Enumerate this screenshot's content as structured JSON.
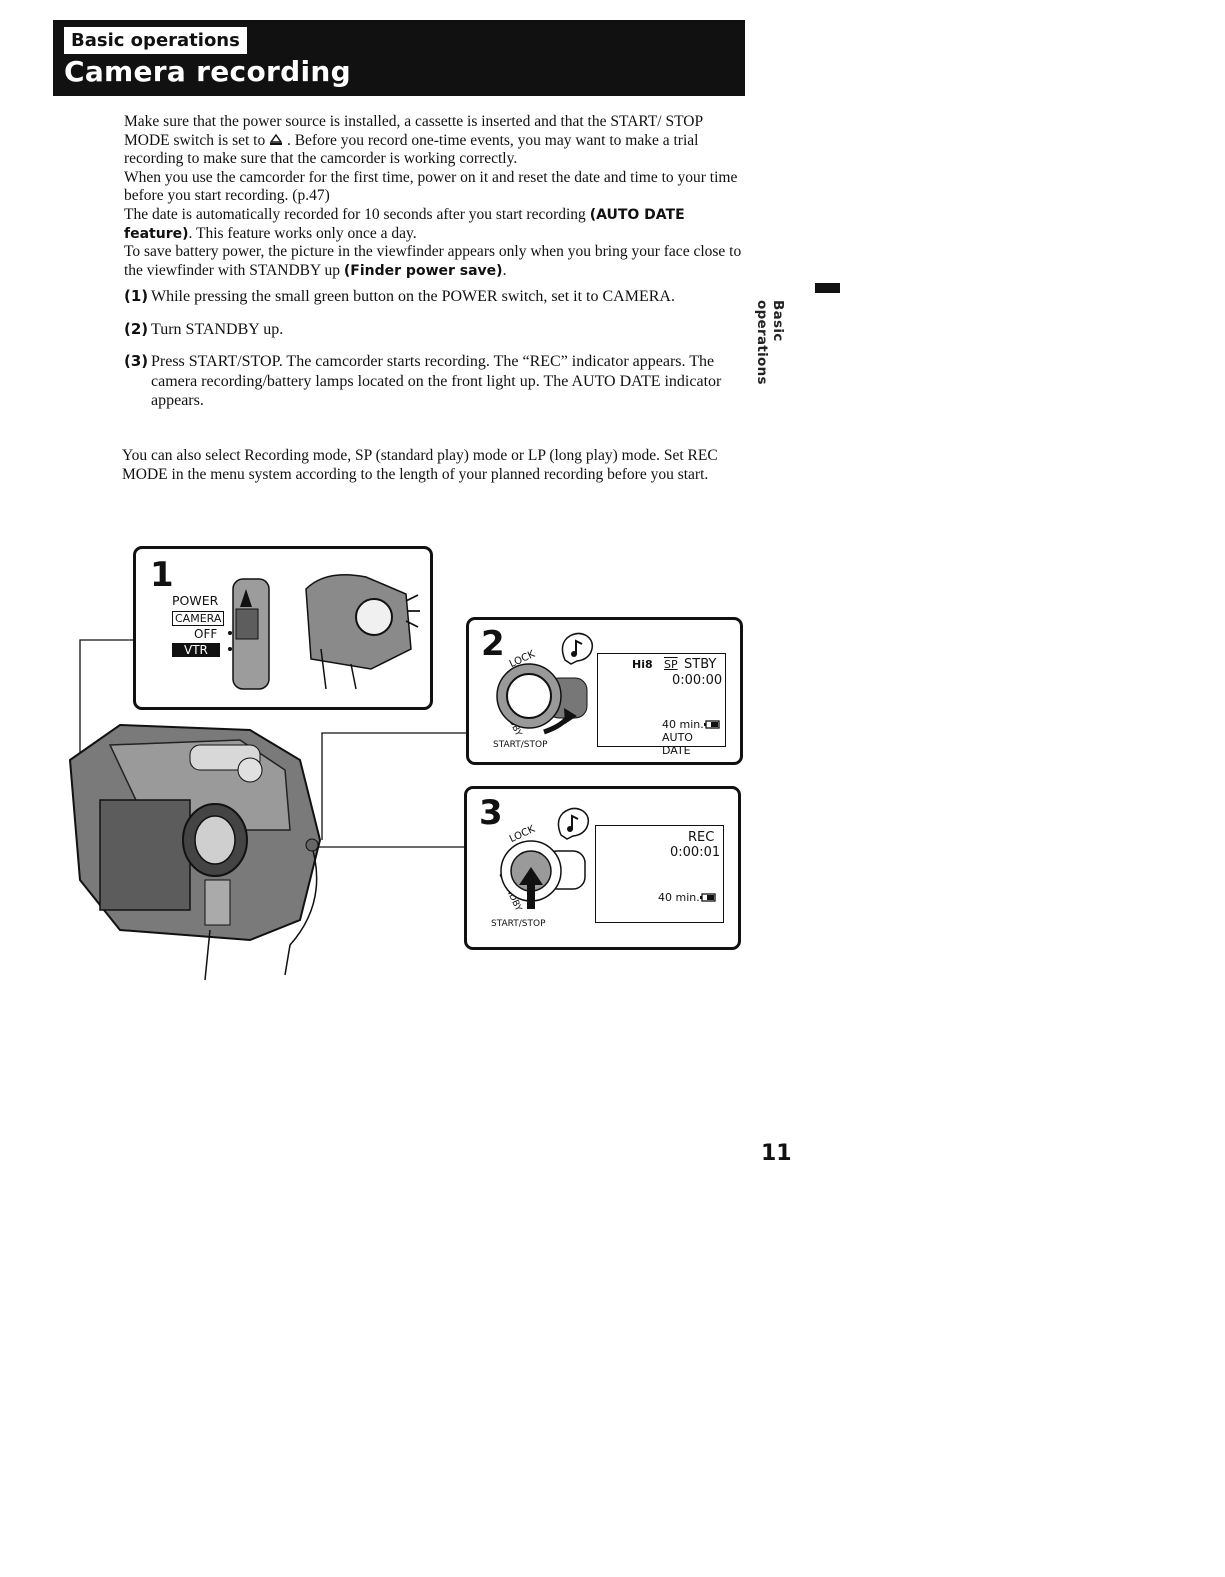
{
  "header": {
    "section": "Basic operations",
    "title": "Camera recording"
  },
  "intro": {
    "p1_a": "Make sure that the power source is installed, a cassette is inserted and that the START/ STOP MODE switch is set to",
    "p1_b": ". Before you record one-time events, you may want to make a trial recording to make sure that the camcorder is working correctly.",
    "p2": "When you use the camcorder for the first time, power on it and reset the date and time to your time before you start recording. (p.47)",
    "p3_a": "The date is automatically recorded for 10 seconds after you start recording",
    "p3_b": "(AUTO DATE feature)",
    "p3_c": ". This feature works only once a day.",
    "p4_a": "To save battery power, the picture in the viewfinder appears only when you bring your face close to the viewfinder with STANDBY up",
    "p4_b": "(Finder power save)",
    "p4_c": "."
  },
  "steps": [
    {
      "num": "(1)",
      "text": "While pressing the small green button on the POWER switch, set it to CAMERA."
    },
    {
      "num": "(2)",
      "text": "Turn STANDBY up."
    },
    {
      "num": "(3)",
      "text": "Press START/STOP. The camcorder starts recording. The “REC” indicator appears. The camera recording/battery lamps located on the front light up. The AUTO DATE indicator appears."
    }
  ],
  "note": "You can also select Recording mode, SP (standard play) mode or LP (long play) mode. Set REC MODE in the menu system according to the length of your planned recording before you start.",
  "side_label": "Basic operations",
  "page_number": "11",
  "panel1": {
    "num": "1",
    "power": "POWER",
    "camera": "CAMERA",
    "off": "OFF",
    "vtr": "VTR"
  },
  "panel2": {
    "num": "2",
    "lock": "LOCK",
    "standby": "STANDBY",
    "start_stop": "START/STOP",
    "vf_mode": "Hi8",
    "vf_sp": "SP",
    "vf_status": "STBY",
    "vf_time": "0:00:00",
    "vf_remain": "40 min.",
    "vf_autodate": "AUTO DATE"
  },
  "panel3": {
    "num": "3",
    "lock": "LOCK",
    "standby": "STANDBY",
    "start_stop": "START/STOP",
    "vf_status": "REC",
    "vf_time": "0:00:01",
    "vf_remain": "40 min."
  },
  "icons": {
    "mode_switch": "start-stop-mode-icon",
    "beep": "beep-note-icon",
    "battery": "battery-icon"
  }
}
